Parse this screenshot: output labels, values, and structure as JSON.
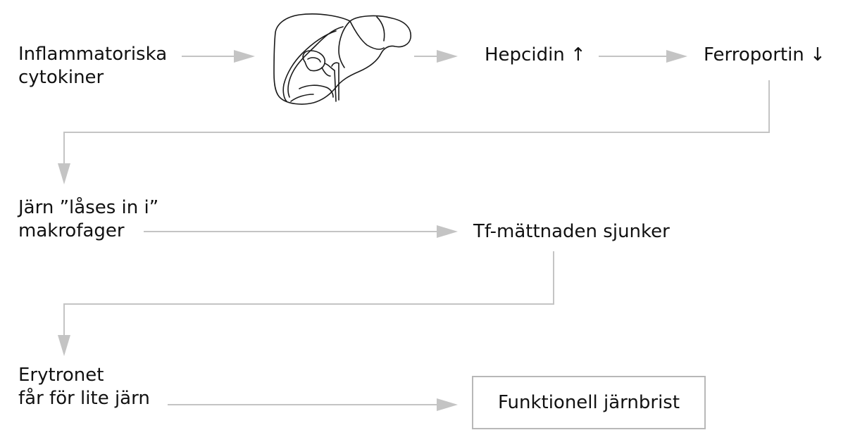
{
  "diagram": {
    "nodes": {
      "cytokines": {
        "line1": "Inflammatoriska",
        "line2": "cytokiner"
      },
      "hepcidin": {
        "text": "Hepcidin ↑"
      },
      "ferroportin": {
        "text": "Ferroportin ↓"
      },
      "iron_locked": {
        "line1": "Järn ”låses in i”",
        "line2": "makrofager"
      },
      "tf_saturation": {
        "text": "Tf-mättnaden sjunker"
      },
      "erythron": {
        "line1": "Erytronet",
        "line2": "får för lite järn"
      },
      "result": {
        "text": "Funktionell järnbrist"
      }
    },
    "liver_icon": "liver-icon",
    "colors": {
      "text": "#111111",
      "arrow": "#c0c0c0",
      "box_border": "#b8b8b8",
      "liver_stroke": "#1a1a1a"
    }
  }
}
